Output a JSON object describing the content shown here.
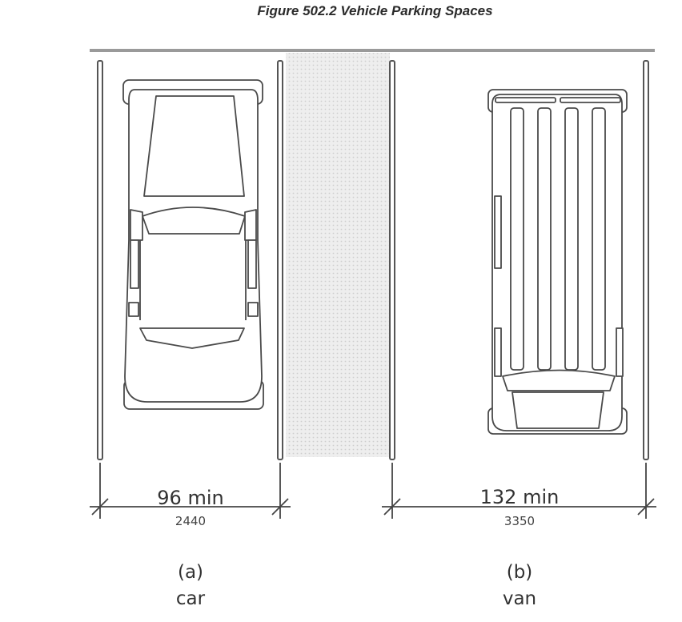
{
  "title": "Figure 502.2 Vehicle Parking Spaces",
  "colors": {
    "line": "#555555",
    "access_aisle": "#e6e6e6",
    "background": "#ffffff"
  },
  "figures": {
    "car": {
      "dimension_imperial": "96 min",
      "dimension_metric": "2440",
      "letter": "(a)",
      "caption": "car"
    },
    "van": {
      "dimension_imperial": "132 min",
      "dimension_metric": "3350",
      "letter": "(b)",
      "caption": "van"
    }
  }
}
